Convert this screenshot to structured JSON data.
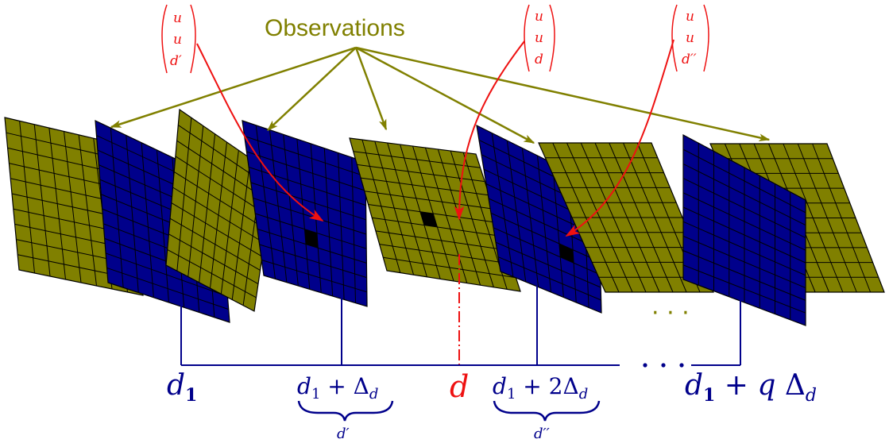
{
  "colors": {
    "olive": "#808000",
    "blue": "#00008b",
    "red": "#ee1111",
    "grid_line": "#000000",
    "cell_dark": "#000000"
  },
  "observations_label": "Observations",
  "vectors": [
    {
      "name": "vector-u-u-dprime",
      "c1": "u",
      "c2": "u",
      "c3": "d′"
    },
    {
      "name": "vector-u-u-d",
      "c1": "u",
      "c2": "u",
      "c3": "d"
    },
    {
      "name": "vector-u-u-ddoubleprime",
      "c1": "u",
      "c2": "u",
      "c3": "d′′"
    }
  ],
  "axis": {
    "d1": {
      "main": "d",
      "sub": "1"
    },
    "d1_plus_delta": {
      "pre": "d",
      "sub1": "1",
      "op": " + Δ",
      "sub2": "d"
    },
    "d_red": "d",
    "d1_plus_2delta": {
      "pre": "d",
      "sub1": "1",
      "op": " + 2Δ",
      "sub2": "d"
    },
    "d1_plus_q_delta": {
      "pre": "d",
      "sub1": "1",
      "op": " + ",
      "q": "q",
      "delta": " Δ",
      "sub2": "d"
    },
    "brace1_label": "d′",
    "brace2_label": "d′′",
    "ellipsis": "· · ·"
  },
  "planes": [
    {
      "id": "plane-1",
      "type": "observation"
    },
    {
      "id": "plane-2",
      "type": "blue"
    },
    {
      "id": "plane-3",
      "type": "observation"
    },
    {
      "id": "plane-4",
      "type": "blue"
    },
    {
      "id": "plane-5",
      "type": "observation"
    },
    {
      "id": "plane-6",
      "type": "blue"
    },
    {
      "id": "plane-7",
      "type": "observation"
    },
    {
      "id": "plane-8",
      "type": "observation"
    },
    {
      "id": "plane-9",
      "type": "blue"
    }
  ]
}
